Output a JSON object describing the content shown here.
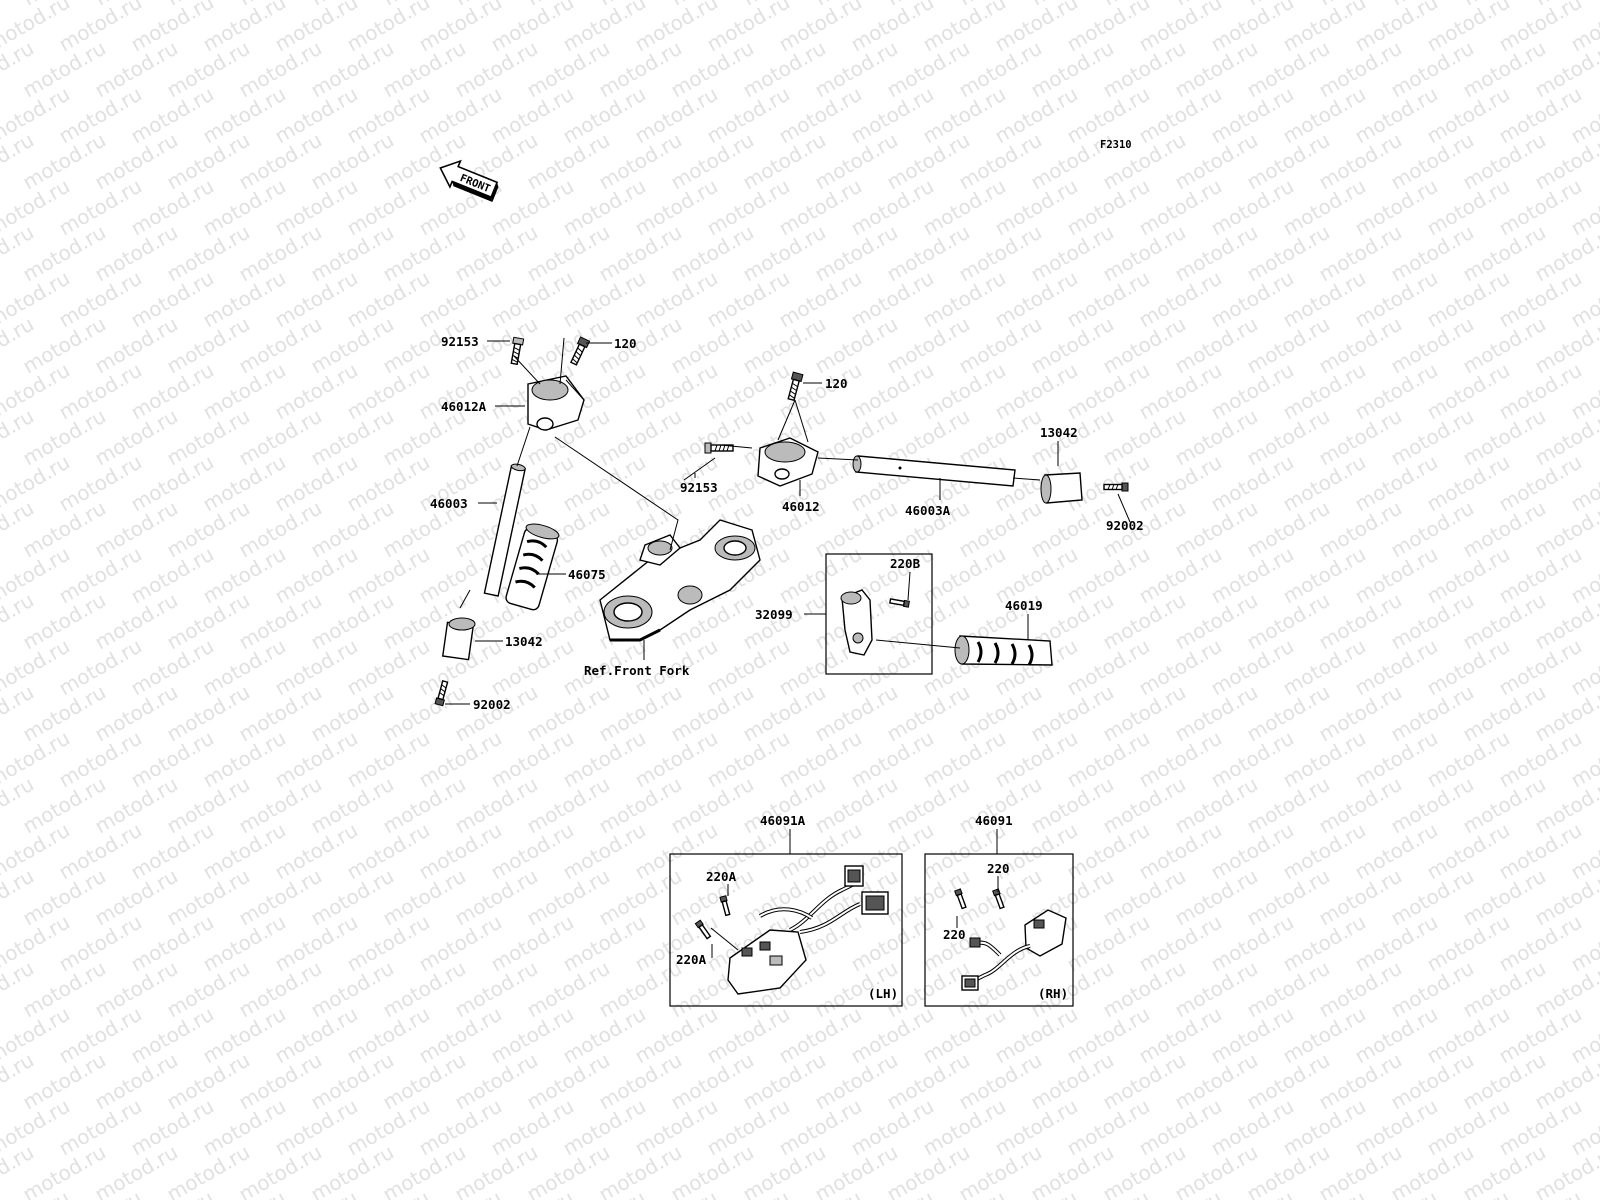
{
  "watermark": "motod.ru",
  "figure_code": "F2310",
  "front_arrow": "FRONT",
  "callouts": {
    "c92153_left": "92153",
    "c120_left": "120",
    "c46012A": "46012A",
    "c46003": "46003",
    "c46075": "46075",
    "c13042_left": "13042",
    "c92002_left": "92002",
    "ref_front_fork": "Ref.Front Fork",
    "c120_right": "120",
    "c92153_right": "92153",
    "c46012": "46012",
    "c46003A": "46003A",
    "c13042_right": "13042",
    "c92002_right": "92002",
    "c220B": "220B",
    "c32099": "32099",
    "c46019": "46019",
    "c46091A": "46091A",
    "c220A_top": "220A",
    "c220A_bottom": "220A",
    "lh": "(LH)",
    "c46091": "46091",
    "c220_top": "220",
    "c220_left": "220",
    "rh": "(RH)"
  }
}
